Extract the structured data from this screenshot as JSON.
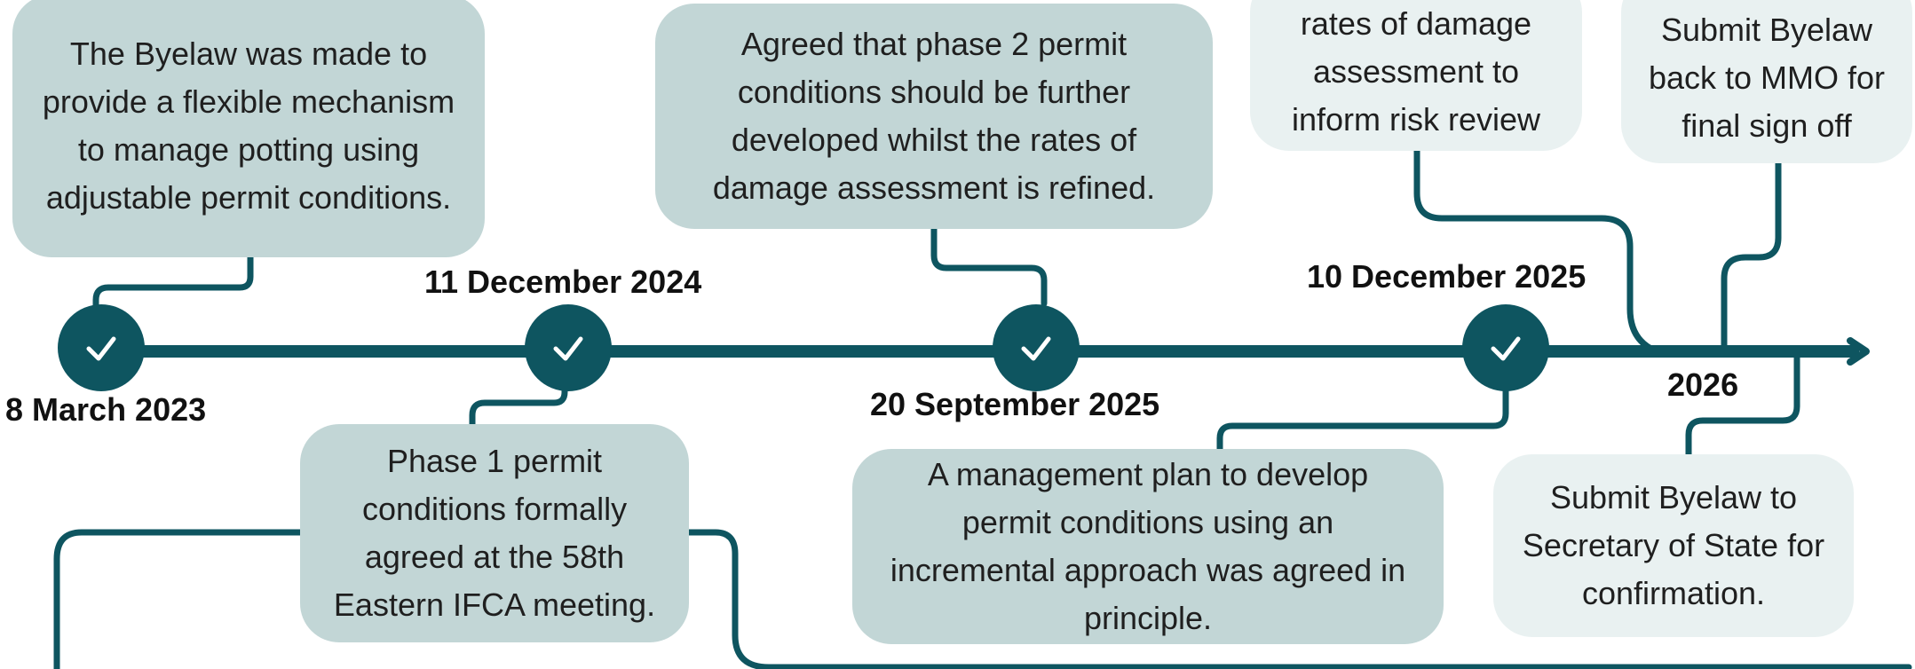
{
  "milestones": [
    {
      "date": "8 March 2023",
      "text": "The Byelaw was made to provide a flexible mechanism to manage potting using adjustable permit conditions.",
      "status": "complete"
    },
    {
      "date": "11 December 2024",
      "text": "Phase 1 permit conditions formally agreed at the 58th Eastern IFCA meeting.",
      "status": "complete"
    },
    {
      "date": "20 September 2025",
      "text": "Agreed that phase 2 permit conditions should be further developed whilst the rates of damage assessment is refined.",
      "status": "complete"
    },
    {
      "date": "10 December 2025",
      "text": "A management plan to develop permit conditions using an incremental approach was agreed in principle.",
      "status": "complete"
    }
  ],
  "future": {
    "label": "2026",
    "items": [
      {
        "text_lines": [
          "rates of damage",
          "assessment to",
          "inform risk review"
        ]
      },
      {
        "text_lines": [
          "Submit Byelaw",
          "back to MMO for",
          "final sign off"
        ]
      },
      {
        "text_lines": [
          "Submit Byelaw to",
          "Secretary of State for",
          "confirmation."
        ]
      }
    ]
  },
  "colors": {
    "line": "#0e5560",
    "box_done": "#c2d6d6",
    "box_future": "#e9f1f1",
    "text": "#1f1f1f"
  },
  "icons": {
    "milestone_marker": "check-icon",
    "timeline_end": "arrow-head-icon"
  }
}
